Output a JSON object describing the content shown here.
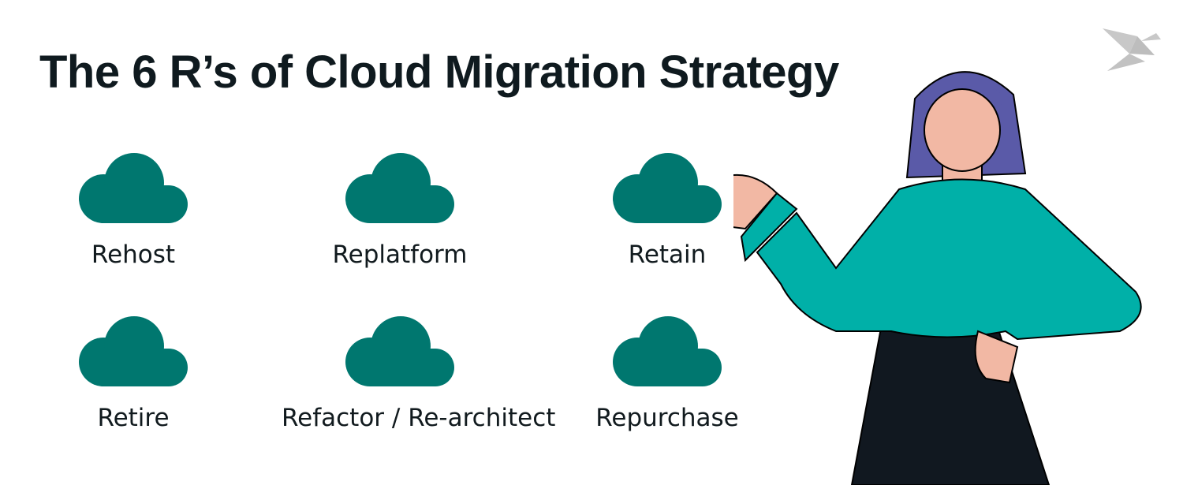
{
  "title": "The 6 R’s of Cloud Migration Strategy",
  "colors": {
    "cloud": "#00776f",
    "title": "#0f1a1f",
    "shirt": "#00b0a8",
    "hair": "#5a5aa8",
    "skin": "#f2b8a4",
    "skirt": "#111820",
    "logo": "#c8c8c8"
  },
  "strategies": [
    {
      "label": "Rehost",
      "icon": "cloud-icon"
    },
    {
      "label": "Replatform",
      "icon": "cloud-icon"
    },
    {
      "label": "Retain",
      "icon": "cloud-icon"
    },
    {
      "label": "Retire",
      "icon": "cloud-icon"
    },
    {
      "label": "Refactor / Re-architect",
      "icon": "cloud-icon"
    },
    {
      "label": "Repurchase",
      "icon": "cloud-icon"
    }
  ]
}
